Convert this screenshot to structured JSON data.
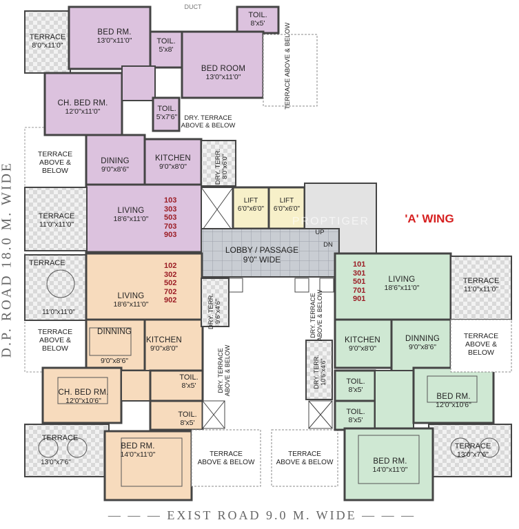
{
  "wing_label": "'A' WING",
  "roads": {
    "left": "D.P. ROAD 18.0 M. WIDE",
    "bottom": "— — —   EXIST ROAD 9.0 M. WIDE   — — —"
  },
  "duct_label": "DUCT",
  "watermark": "PROPTIGER",
  "colors": {
    "purple": "#dcc2de",
    "orange": "#f7dbbd",
    "green": "#cfe8d3",
    "lobby": "#c9cdd3",
    "unit_text": "#9b1c24",
    "wing_text": "#d62020"
  },
  "rooms": {
    "p_terrace_top": {
      "name": "TERRACE",
      "dim": "8'0\"x11'0\""
    },
    "p_bed1": {
      "name": "BED RM.",
      "dim": "13'0\"x11'0\""
    },
    "p_toil1": {
      "name": "TOIL.",
      "dim": "5'x8'"
    },
    "p_toil_top": {
      "name": "TOIL.",
      "dim": "8'x5'"
    },
    "p_bedroom": {
      "name": "BED ROOM",
      "dim": "13'0\"x11'0\""
    },
    "p_terrace_right": {
      "name": "TERRACE ABOVE & BELOW"
    },
    "p_chbed": {
      "name": "CH. BED RM.",
      "dim": "12'0\"x11'0\""
    },
    "p_toil2": {
      "name": "TOIL.",
      "dim": "5'x7'6\""
    },
    "p_dry": {
      "name": "DRY. TERRACE",
      "sub": "ABOVE & BELOW"
    },
    "p_terrace_left": {
      "name": "TERRACE",
      "sub1": "ABOVE &",
      "sub2": "BELOW"
    },
    "p_dining": {
      "name": "DINING",
      "dim": "9'0\"x8'6\""
    },
    "p_kitchen": {
      "name": "KITCHEN",
      "dim": "9'0\"x8'0\""
    },
    "p_dryterr_v": {
      "name": "DRY. TERR.",
      "dim": "8'0\"x6'0\""
    },
    "p_terrace_mid": {
      "name": "TERRACE",
      "dim": "11'0\"x11'0\""
    },
    "p_living": {
      "name": "LIVING",
      "dim": "18'6\"x11'0\""
    },
    "lift1": {
      "name": "LIFT",
      "dim": "6'0\"x6'0\""
    },
    "lift2": {
      "name": "LIFT",
      "dim": "6'0\"x6'0\""
    },
    "lobby": {
      "name": "LOBBY / PASSAGE",
      "dim": "9'0\" WIDE"
    },
    "stair_up": "UP",
    "stair_dn": "DN",
    "o_terrace": {
      "name": "TERRACE",
      "dim": "11'0\"x11'0\""
    },
    "o_living": {
      "name": "LIVING",
      "dim": "18'6\"x11'0\""
    },
    "o_dryterr_v": {
      "name": "DRY. TERR.",
      "dim": "9'6\"x4'6\""
    },
    "o_terrace_left": {
      "name": "TERRACE",
      "sub1": "ABOVE &",
      "sub2": "BELOW"
    },
    "o_dinning": {
      "name": "DINNING",
      "dim": "9'0\"x8'6\""
    },
    "o_kitchen": {
      "name": "KITCHEN",
      "dim": "9'0\"x8'0\""
    },
    "o_dry_v": {
      "name": "DRY. TERRACE",
      "sub": "ABOVE & BELOW"
    },
    "o_chbed": {
      "name": "CH. BED RM.",
      "dim": "12'0\"x10'6\""
    },
    "o_toil1": {
      "name": "TOIL.",
      "dim": "8'x5'"
    },
    "o_toil2": {
      "name": "TOIL.",
      "dim": "8'x5'"
    },
    "o_terrace_bottom": {
      "name": "TERRACE",
      "dim": "13'0\"x7'6\""
    },
    "o_bed": {
      "name": "BED RM.",
      "dim": "14'0\"x11'0\""
    },
    "mid_terrace1": {
      "name": "TERRACE",
      "sub": "ABOVE & BELOW"
    },
    "mid_terrace2": {
      "name": "TERRACE",
      "sub": "ABOVE & BELOW"
    },
    "g_dry_v": {
      "name": "DRY. TERRACE",
      "sub": "ABOVE & BELOW"
    },
    "g_dryterr_v": {
      "name": "DRY. TERR.",
      "dim": "10'6\"x4'6\""
    },
    "g_living": {
      "name": "LIVING",
      "dim": "18'6\"x11'0\""
    },
    "g_terrace": {
      "name": "TERRACE",
      "dim": "11'0\"x11'0\""
    },
    "g_kitchen": {
      "name": "KITCHEN",
      "dim": "9'0\"x8'0\""
    },
    "g_dinning": {
      "name": "DINNING",
      "dim": "9'0\"x8'6\""
    },
    "g_terrace_right": {
      "name": "TERRACE",
      "sub1": "ABOVE &",
      "sub2": "BELOW"
    },
    "g_toil1": {
      "name": "TOIL.",
      "dim": "8'x5'"
    },
    "g_toil2": {
      "name": "TOIL.",
      "dim": "8'x5'"
    },
    "g_bed_right": {
      "name": "BED RM.",
      "dim": "12'0\"x10'6\""
    },
    "g_terrace_bottom": {
      "name": "TERRACE",
      "dim": "13'0\"x7'6\""
    },
    "g_bed": {
      "name": "BED RM.",
      "dim": "14'0\"x11'0\""
    }
  },
  "unit_numbers": {
    "purple": [
      "103",
      "303",
      "503",
      "703",
      "903"
    ],
    "orange": [
      "102",
      "302",
      "502",
      "702",
      "902"
    ],
    "green": [
      "101",
      "301",
      "501",
      "701",
      "901"
    ]
  }
}
